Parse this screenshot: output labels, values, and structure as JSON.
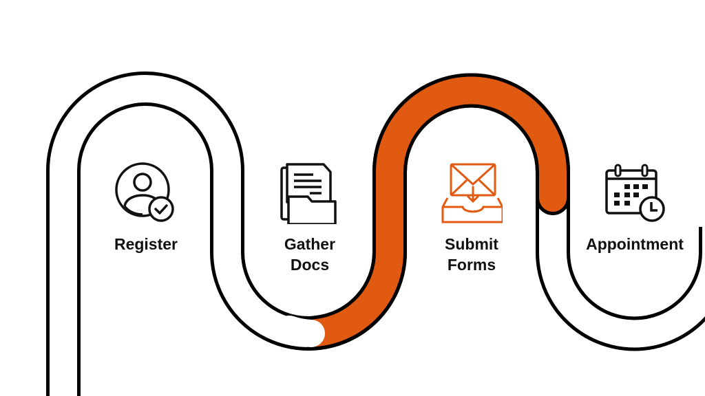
{
  "colors": {
    "accent": "#E05A12",
    "outline": "#000000",
    "road": "#FFFFFF"
  },
  "steps": [
    {
      "line1": "Register",
      "line2": "",
      "icon": "user-check-icon",
      "active": false
    },
    {
      "line1": "Gather",
      "line2": "Docs",
      "icon": "folder-documents-icon",
      "active": false
    },
    {
      "line1": "Submit",
      "line2": "Forms",
      "icon": "envelope-inbox-icon",
      "active": true
    },
    {
      "line1": "Appointment",
      "line2": "",
      "icon": "calendar-clock-icon",
      "active": false
    }
  ]
}
